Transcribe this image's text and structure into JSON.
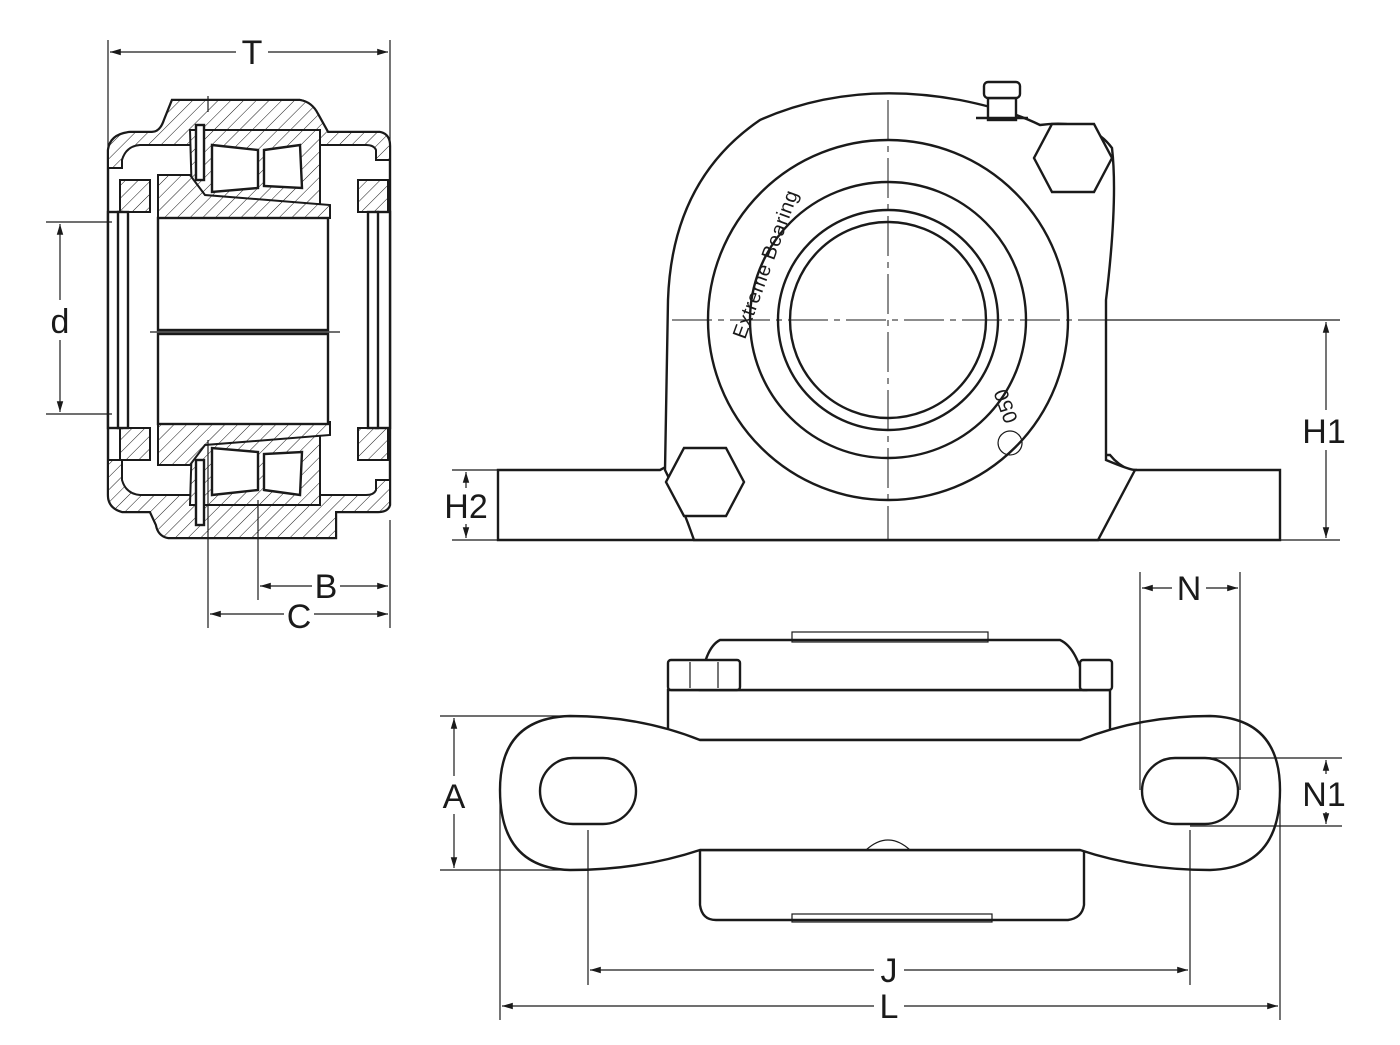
{
  "drawing": {
    "brand_text": "Extreme Bearing",
    "bore_text": "050",
    "dimensions": {
      "T": "T",
      "d": "d",
      "B": "B",
      "C": "C",
      "H1": "H1",
      "H2": "H2",
      "N": "N",
      "N1": "N1",
      "A": "A",
      "J": "J",
      "L": "L"
    }
  },
  "colors": {
    "line": "#1a1a1a",
    "background": "#ffffff"
  }
}
